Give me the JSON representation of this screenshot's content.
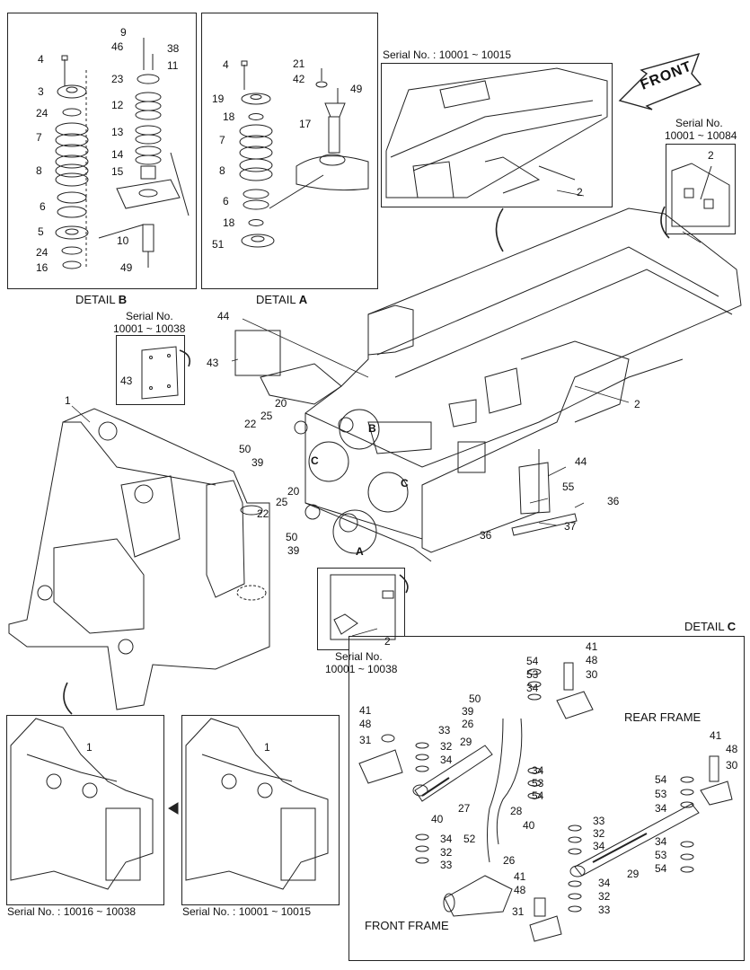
{
  "details": {
    "b_title": "DETAIL",
    "b_letter": "B",
    "a_title": "DETAIL",
    "a_letter": "A",
    "c_title": "DETAIL",
    "c_letter": "C"
  },
  "serials": {
    "top_frame": "Serial No. : 10001 ~ 10015",
    "right_box_line1": "Serial No.",
    "right_box_line2": "10001 ~ 10084",
    "plate_box_line1": "Serial No.",
    "plate_box_line2": "10001 ~ 10038",
    "bracket_box_line1": "Serial No.",
    "bracket_box_line2": "10001 ~ 10038",
    "bottom_left": "Serial No. : 10016 ~ 10038",
    "bottom_mid": "Serial No. : 10001 ~ 10015"
  },
  "frame_labels": {
    "front": "FRONT",
    "rear_frame": "REAR FRAME",
    "front_frame": "FRONT FRAME"
  },
  "callouts": {
    "b": [
      "4",
      "3",
      "24",
      "7",
      "8",
      "6",
      "5",
      "24",
      "16",
      "9",
      "46",
      "38",
      "11",
      "23",
      "12",
      "13",
      "14",
      "15",
      "10",
      "49"
    ],
    "a": [
      "4",
      "19",
      "18",
      "7",
      "8",
      "6",
      "18",
      "51",
      "21",
      "42",
      "49",
      "17"
    ],
    "main": [
      "2",
      "2",
      "2",
      "44",
      "43",
      "43",
      "20",
      "22",
      "25",
      "50",
      "39",
      "20",
      "22",
      "25",
      "50",
      "39",
      "1",
      "44",
      "55",
      "36",
      "37",
      "36",
      "B",
      "C",
      "C",
      "A",
      "2"
    ],
    "c": [
      "54",
      "53",
      "34",
      "41",
      "48",
      "30",
      "50",
      "39",
      "26",
      "41",
      "48",
      "31",
      "33",
      "32",
      "34",
      "29",
      "27",
      "40",
      "28",
      "34",
      "32",
      "33",
      "52",
      "40",
      "26",
      "41",
      "48",
      "31",
      "34",
      "53",
      "54",
      "54",
      "53",
      "34",
      "41",
      "48",
      "30",
      "33",
      "32",
      "34",
      "34",
      "53",
      "54",
      "29",
      "34",
      "32",
      "33",
      "34"
    ],
    "bottom": [
      "1",
      "1"
    ]
  }
}
